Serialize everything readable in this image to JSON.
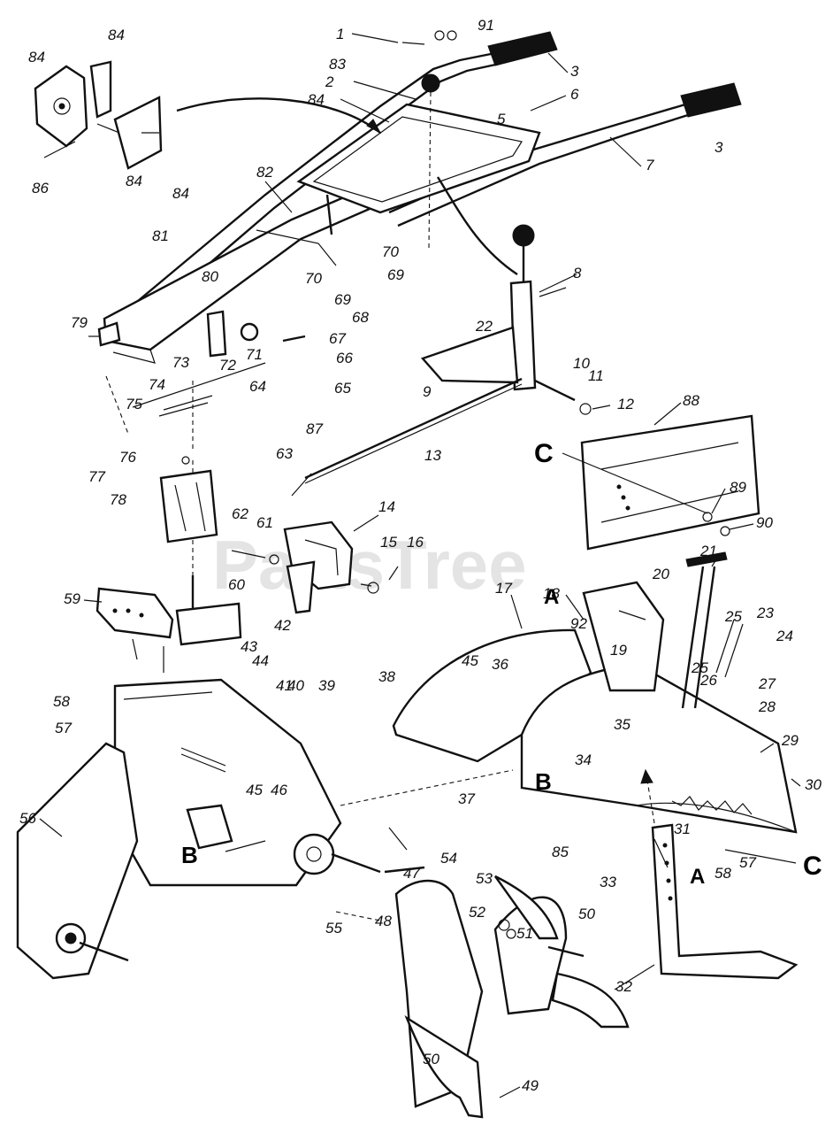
{
  "watermark": "PartsTree",
  "callouts": [
    {
      "id": "c1",
      "text": "1"
    },
    {
      "id": "c2",
      "text": "91"
    },
    {
      "id": "c3",
      "text": "3"
    },
    {
      "id": "c4",
      "text": "83"
    },
    {
      "id": "c5",
      "text": "2"
    },
    {
      "id": "c6",
      "text": "84"
    },
    {
      "id": "c7",
      "text": "6"
    },
    {
      "id": "c8",
      "text": "5"
    },
    {
      "id": "c9",
      "text": "7"
    },
    {
      "id": "c10",
      "text": "3"
    },
    {
      "id": "c11",
      "text": "84"
    },
    {
      "id": "c12",
      "text": "84"
    },
    {
      "id": "c13",
      "text": "86"
    },
    {
      "id": "c14",
      "text": "84"
    },
    {
      "id": "c15",
      "text": "84"
    },
    {
      "id": "c16",
      "text": "82"
    },
    {
      "id": "c17",
      "text": "81"
    },
    {
      "id": "c18",
      "text": "70"
    },
    {
      "id": "c19",
      "text": "69"
    },
    {
      "id": "c20",
      "text": "70"
    },
    {
      "id": "c21",
      "text": "69"
    },
    {
      "id": "c22",
      "text": "80"
    },
    {
      "id": "c23",
      "text": "68"
    },
    {
      "id": "c24",
      "text": "67"
    },
    {
      "id": "c25",
      "text": "66"
    },
    {
      "id": "c26",
      "text": "79"
    },
    {
      "id": "c27",
      "text": "71"
    },
    {
      "id": "c28",
      "text": "73"
    },
    {
      "id": "c29",
      "text": "72"
    },
    {
      "id": "c30",
      "text": "74"
    },
    {
      "id": "c31",
      "text": "64"
    },
    {
      "id": "c32",
      "text": "65"
    },
    {
      "id": "c33",
      "text": "75"
    },
    {
      "id": "c34",
      "text": "8"
    },
    {
      "id": "c35",
      "text": "22"
    },
    {
      "id": "c36",
      "text": "10"
    },
    {
      "id": "c37",
      "text": "11"
    },
    {
      "id": "c38",
      "text": "9"
    },
    {
      "id": "c39",
      "text": "12"
    },
    {
      "id": "c40",
      "text": "88"
    },
    {
      "id": "c41",
      "text": "87"
    },
    {
      "id": "c42",
      "text": "13"
    },
    {
      "id": "c43",
      "text": "63"
    },
    {
      "id": "c44",
      "text": "76"
    },
    {
      "id": "c45",
      "text": "77"
    },
    {
      "id": "c46",
      "text": "78"
    },
    {
      "id": "c47",
      "text": "14"
    },
    {
      "id": "c48",
      "text": "89"
    },
    {
      "id": "c49",
      "text": "90"
    },
    {
      "id": "c50",
      "text": "62"
    },
    {
      "id": "c51",
      "text": "61"
    },
    {
      "id": "c52",
      "text": "15"
    },
    {
      "id": "c53",
      "text": "16"
    },
    {
      "id": "c54",
      "text": "21"
    },
    {
      "id": "c55",
      "text": "17"
    },
    {
      "id": "c56",
      "text": "20"
    },
    {
      "id": "c57",
      "text": "59"
    },
    {
      "id": "c58",
      "text": "60"
    },
    {
      "id": "c59",
      "text": "42"
    },
    {
      "id": "c60",
      "text": "18"
    },
    {
      "id": "c61",
      "text": "92"
    },
    {
      "id": "c62",
      "text": "25"
    },
    {
      "id": "c63",
      "text": "23"
    },
    {
      "id": "c64",
      "text": "24"
    },
    {
      "id": "c65",
      "text": "43"
    },
    {
      "id": "c66",
      "text": "44"
    },
    {
      "id": "c67",
      "text": "45"
    },
    {
      "id": "c68",
      "text": "36"
    },
    {
      "id": "c69",
      "text": "19"
    },
    {
      "id": "c70",
      "text": "25"
    },
    {
      "id": "c71",
      "text": "26"
    },
    {
      "id": "c72",
      "text": "27"
    },
    {
      "id": "c73",
      "text": "41"
    },
    {
      "id": "c74",
      "text": "40"
    },
    {
      "id": "c75",
      "text": "39"
    },
    {
      "id": "c76",
      "text": "38"
    },
    {
      "id": "c77",
      "text": "28"
    },
    {
      "id": "c78",
      "text": "58"
    },
    {
      "id": "c79",
      "text": "57"
    },
    {
      "id": "c80",
      "text": "35"
    },
    {
      "id": "c81",
      "text": "29"
    },
    {
      "id": "c82",
      "text": "34"
    },
    {
      "id": "c83",
      "text": "30"
    },
    {
      "id": "c84",
      "text": "56"
    },
    {
      "id": "c85",
      "text": "45"
    },
    {
      "id": "c86",
      "text": "46"
    },
    {
      "id": "c87",
      "text": "37"
    },
    {
      "id": "c88",
      "text": "85"
    },
    {
      "id": "c89",
      "text": "31"
    },
    {
      "id": "c90",
      "text": "47"
    },
    {
      "id": "c91",
      "text": "54"
    },
    {
      "id": "c92",
      "text": "53"
    },
    {
      "id": "c93",
      "text": "33"
    },
    {
      "id": "c94",
      "text": "58"
    },
    {
      "id": "c95",
      "text": "57"
    },
    {
      "id": "c96",
      "text": "55"
    },
    {
      "id": "c97",
      "text": "48"
    },
    {
      "id": "c98",
      "text": "52"
    },
    {
      "id": "c99",
      "text": "51"
    },
    {
      "id": "c100",
      "text": "50"
    },
    {
      "id": "c101",
      "text": "32"
    },
    {
      "id": "c102",
      "text": "50"
    },
    {
      "id": "c103",
      "text": "49"
    }
  ],
  "reference_letters": [
    {
      "id": "r1",
      "text": "C"
    },
    {
      "id": "r2",
      "text": "A"
    },
    {
      "id": "r3",
      "text": "B"
    },
    {
      "id": "r4",
      "text": "B"
    },
    {
      "id": "r5",
      "text": "A"
    },
    {
      "id": "r6",
      "text": "C"
    }
  ]
}
